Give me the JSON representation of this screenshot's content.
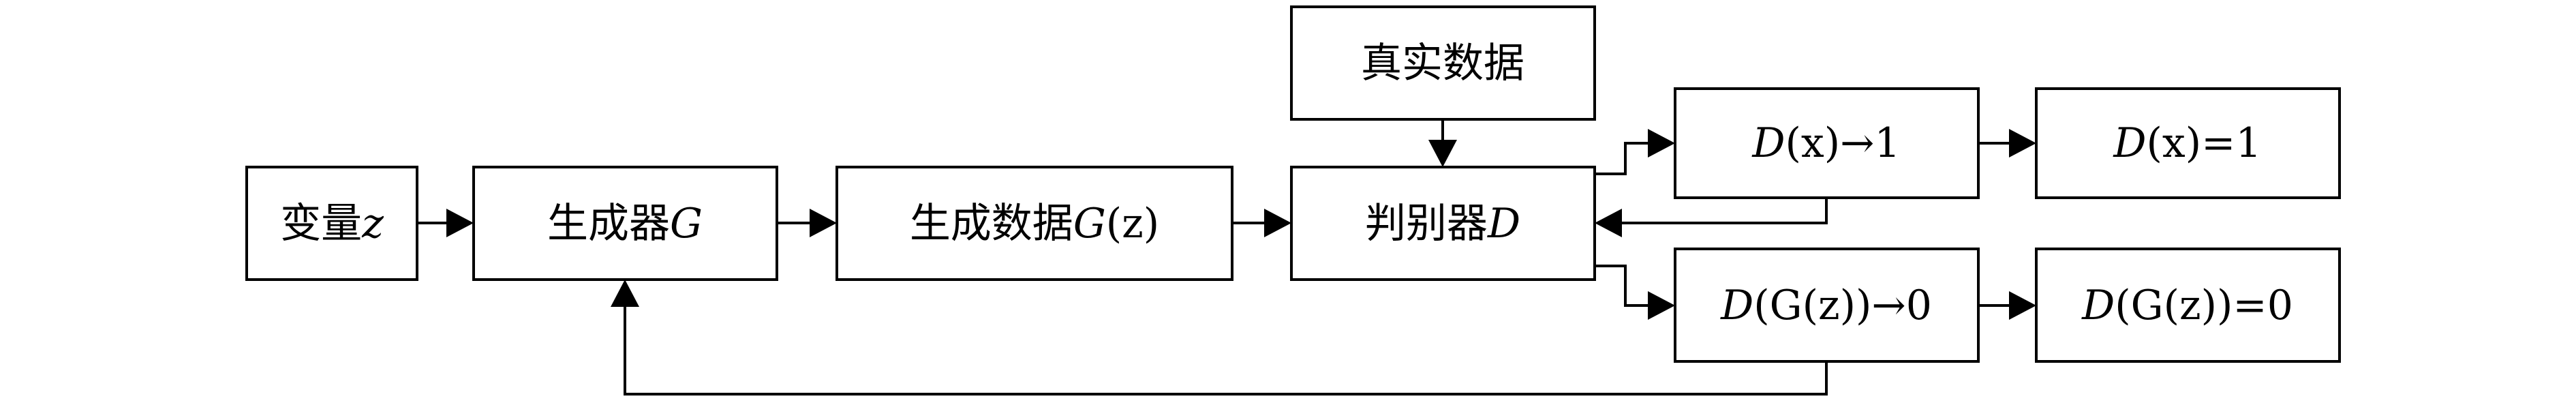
{
  "diagram": {
    "nodes": {
      "variable_z": {
        "text": "变量",
        "math": "z"
      },
      "generator": {
        "text": "生成器",
        "math": "G"
      },
      "generated_data": {
        "text": "生成数据",
        "math": "G",
        "paren": "(z)"
      },
      "real_data": {
        "text": "真实数据"
      },
      "discriminator": {
        "text": "判别器",
        "math": "D"
      },
      "d_x_to_1": {
        "math": "D",
        "paren": "(x)",
        "rest": "→1"
      },
      "d_x_eq_1": {
        "math": "D",
        "paren": "(x)",
        "rest": "=1"
      },
      "d_gz_to_0": {
        "math": "D",
        "paren": "(G(z))",
        "rest": "→0"
      },
      "d_gz_eq_0": {
        "math": "D",
        "paren": "(G(z))",
        "rest": "=0"
      }
    },
    "edges": [
      {
        "from": "variable_z",
        "to": "generator"
      },
      {
        "from": "generator",
        "to": "generated_data"
      },
      {
        "from": "generated_data",
        "to": "discriminator"
      },
      {
        "from": "real_data",
        "to": "discriminator"
      },
      {
        "from": "discriminator",
        "to": "d_x_to_1"
      },
      {
        "from": "discriminator",
        "to": "d_gz_to_0"
      },
      {
        "from": "d_x_to_1",
        "to": "d_x_eq_1"
      },
      {
        "from": "d_gz_to_0",
        "to": "d_gz_eq_0"
      },
      {
        "from": "d_x_to_1",
        "to": "discriminator"
      },
      {
        "from": "d_gz_to_0",
        "to": "generator"
      }
    ]
  }
}
